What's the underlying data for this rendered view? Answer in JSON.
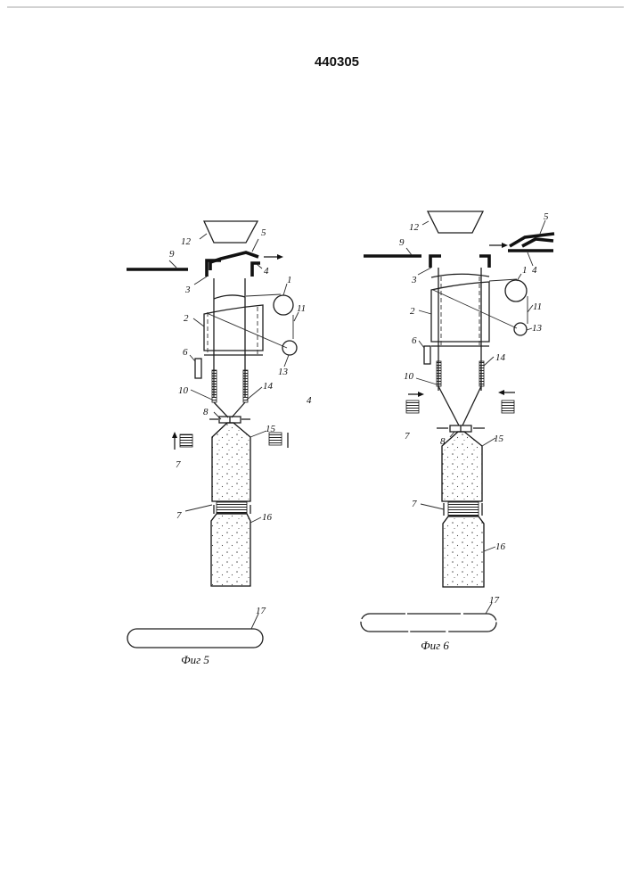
{
  "document": {
    "patent_number": "440305"
  },
  "figures": [
    {
      "caption": "Фиг 5",
      "labels": [
        "1",
        "2",
        "3",
        "4",
        "5",
        "6",
        "7",
        "7",
        "8",
        "9",
        "10",
        "11",
        "12",
        "13",
        "14",
        "15",
        "16",
        "17"
      ]
    },
    {
      "caption": "Фиг 6",
      "labels": [
        "1",
        "2",
        "3",
        "4",
        "5",
        "6",
        "7",
        "7",
        "8",
        "9",
        "10",
        "11",
        "12",
        "13",
        "14",
        "15",
        "16",
        "17"
      ]
    }
  ],
  "margin_mark": "4",
  "colors": {
    "ink": "#1e1e1e",
    "paper": "#ffffff"
  }
}
